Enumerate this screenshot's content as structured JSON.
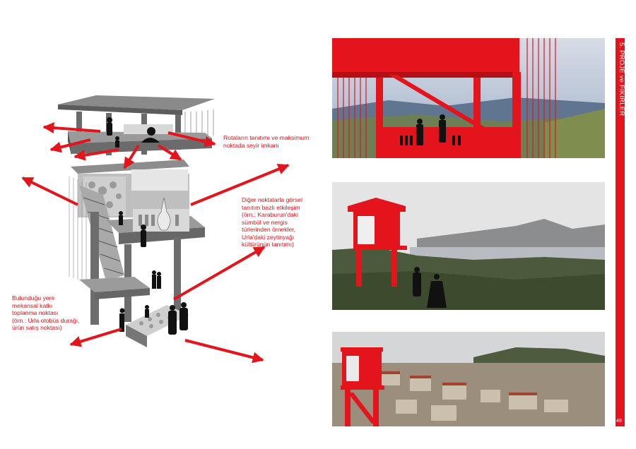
{
  "annotations": {
    "observation": "Rotaların tanıtımı ve maksimum\nnoktada seyir imkanı",
    "interaction": "Diğer noktalarla görsel\ntanıtım  bazlı etkileşim\n(örn.: Karaburun'daki\nsümbül ve nergis\ntürlerinden örnekler,\nUrla'daki zeytinyağı\nkültürünün tanıtımı)",
    "gathering": "Bulunduğu yere\nmekansal katkı\ntoplanma noktası\n(örn.: Urla otobüs durağı,\nürün satış noktası)"
  },
  "sidebar": {
    "title": "5. PROJE ve FİKİRLER",
    "page_number": "49"
  },
  "colors": {
    "accent": "#e3141c",
    "annotation": "#d8141b",
    "tower_gray": "#6e6e6e"
  }
}
